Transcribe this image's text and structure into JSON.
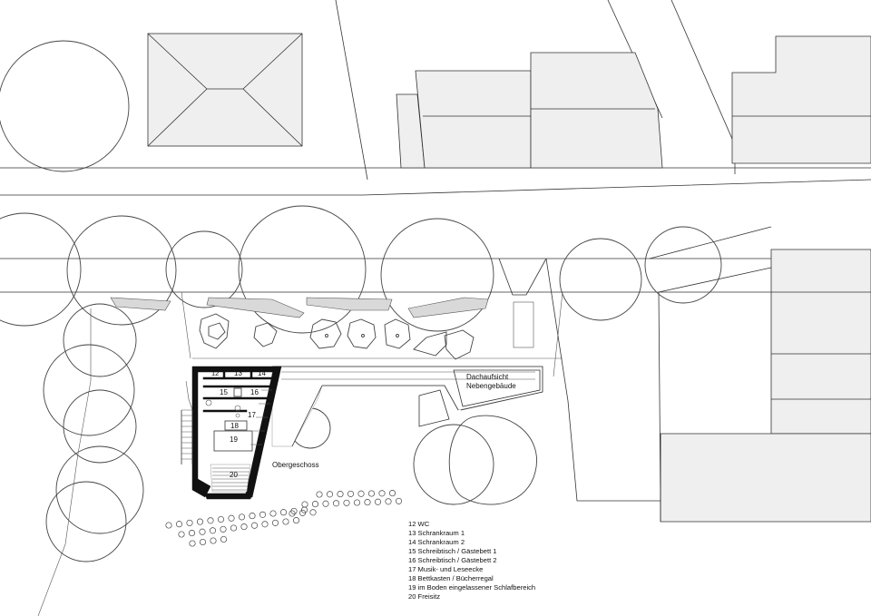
{
  "rooms": {
    "r12": "12",
    "r13": "13",
    "r14": "14",
    "r15": "15",
    "r16": "16",
    "r17": "17",
    "r18": "18",
    "r19": "19",
    "r20": "20"
  },
  "labels": {
    "roof_view_line1": "Dachaufsicht",
    "roof_view_line2": "Nebengebäude",
    "floor": "Obergeschoss"
  },
  "legend": [
    "12 WC",
    "13 Schrankraum 1",
    "14 Schrankraum 2",
    "15 Schreibtisch / Gästebett 1",
    "16 Schreibtisch / Gästebett 2",
    "17 Musik- und Leseecke",
    "18 Bettkasten / Bücherregal",
    "19 im Boden eingelassener Schlafbereich",
    "20 Freisitz"
  ]
}
